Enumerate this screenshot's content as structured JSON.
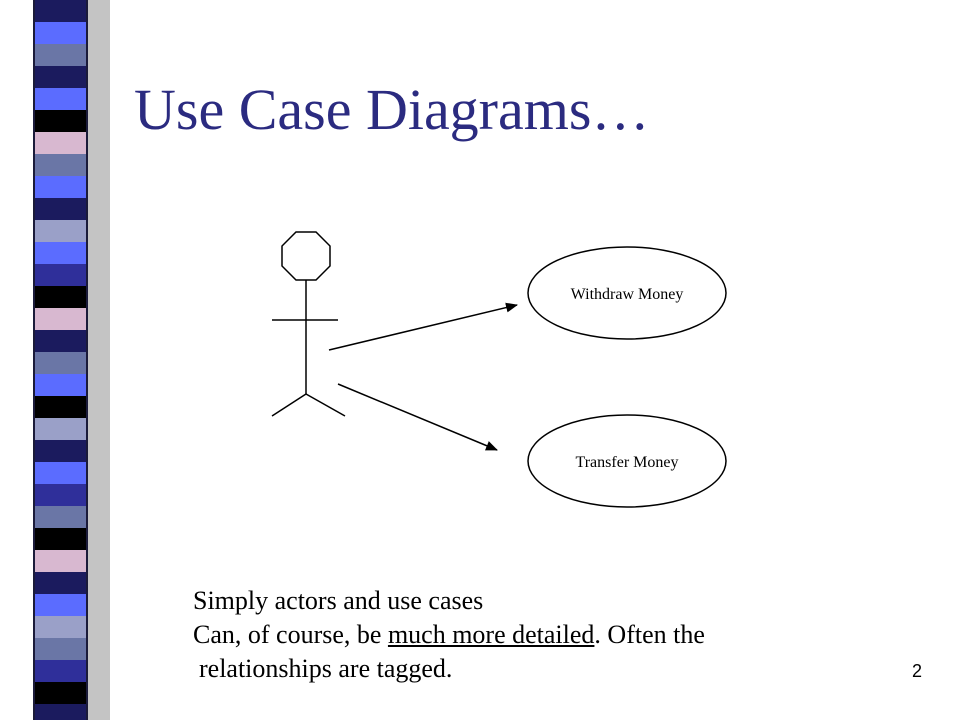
{
  "slide": {
    "title": "Use Case Diagrams…",
    "number": "2"
  },
  "diagram": {
    "use_cases": [
      {
        "label": "Withdraw Money"
      },
      {
        "label": "Transfer Money"
      }
    ]
  },
  "body": {
    "line1": "Simply actors and use cases",
    "line2_prefix": "Can, of course, be ",
    "line2_underlined": "much more detailed",
    "line2_suffix": ".  Often the",
    "line3": "relationships are tagged."
  },
  "colors": {
    "title": "#2b2b80",
    "stripe_palette": [
      "#1b1b5e",
      "#5b6cff",
      "#6a76a6",
      "#000000",
      "#d8b8d0",
      "#9aa0c8",
      "#2f2f9a"
    ]
  }
}
